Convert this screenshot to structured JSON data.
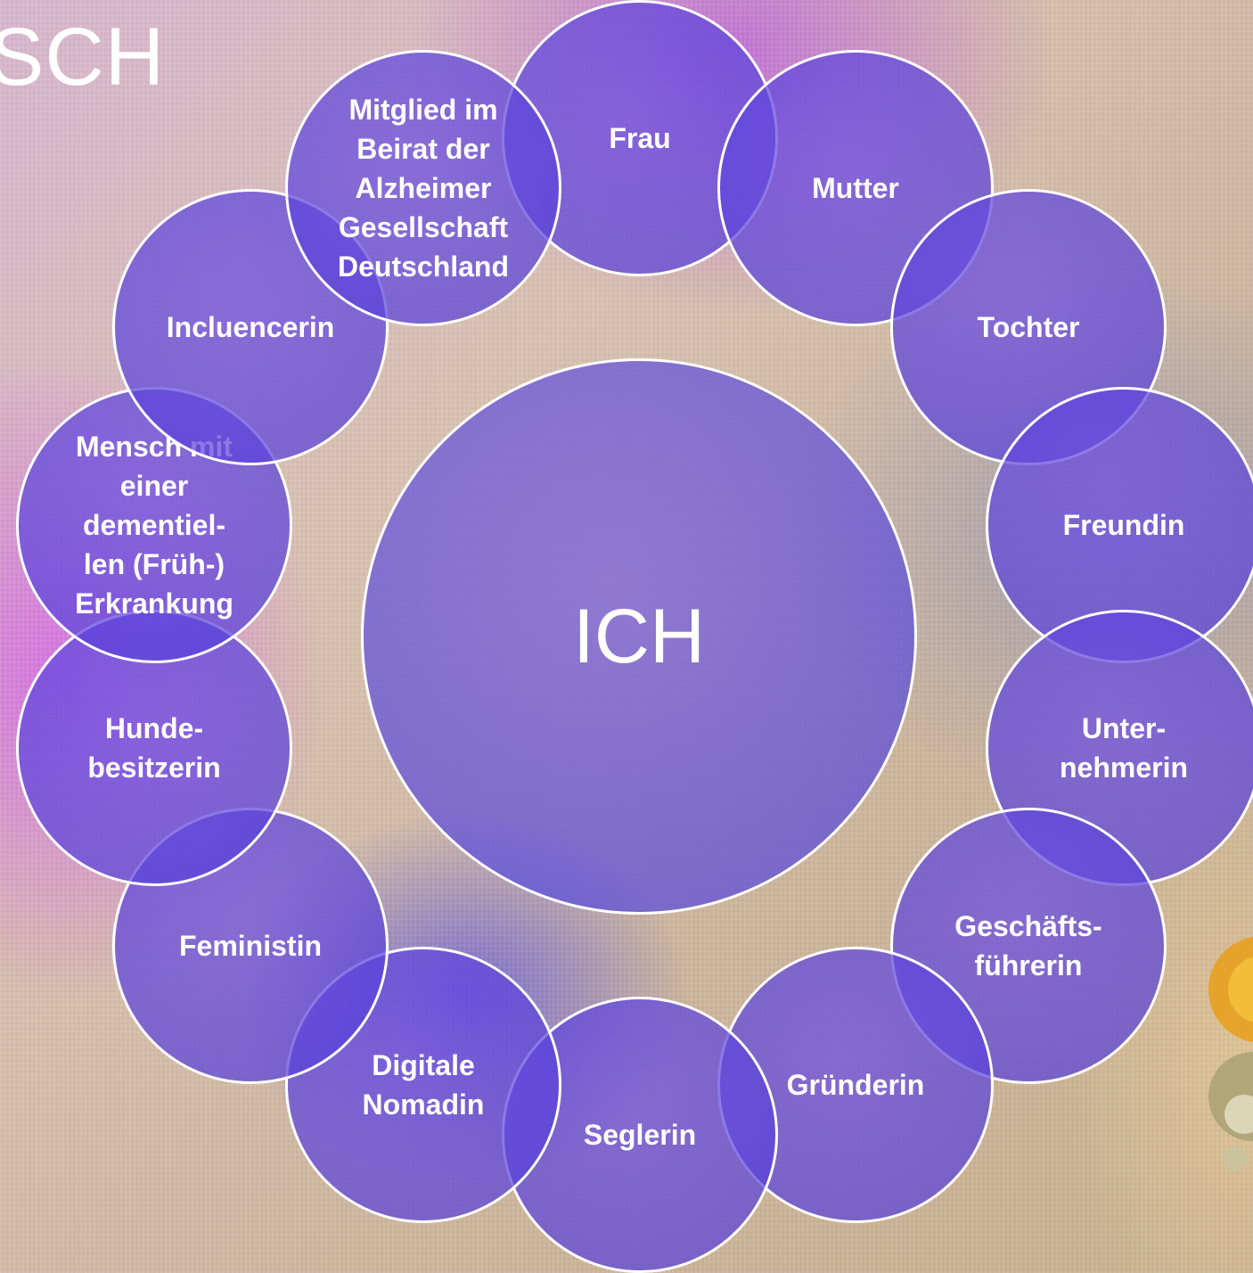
{
  "title": "SCH",
  "center": {
    "label": "ICH"
  },
  "roles": [
    {
      "id": "frau",
      "label": "Frau"
    },
    {
      "id": "mutter",
      "label": "Mutter"
    },
    {
      "id": "tochter",
      "label": "Tochter"
    },
    {
      "id": "freundin",
      "label": "Freundin"
    },
    {
      "id": "unternehmerin",
      "label": "Unter-\nnehmerin"
    },
    {
      "id": "geschaeftsfuehrerin",
      "label": "Geschäfts-\nführerin"
    },
    {
      "id": "gruenderin",
      "label": "Gründerin"
    },
    {
      "id": "seglerin",
      "label": "Seglerin"
    },
    {
      "id": "digitale-nomadin",
      "label": "Digitale\nNomadin"
    },
    {
      "id": "feministin",
      "label": "Feministin"
    },
    {
      "id": "hundebesitzerin",
      "label": "Hunde-\nbesitzerin"
    },
    {
      "id": "mensch-mit-demenz",
      "label": "Mensch mit\neiner\ndementiel-\nlen (Früh-)\nErkrankung"
    },
    {
      "id": "incluencerin",
      "label": "Incluencerin"
    },
    {
      "id": "alzheimer-beirat",
      "label": "Mitglied im\nBeirat der\nAlzheimer\nGesellschaft\nDeutschland"
    }
  ]
}
